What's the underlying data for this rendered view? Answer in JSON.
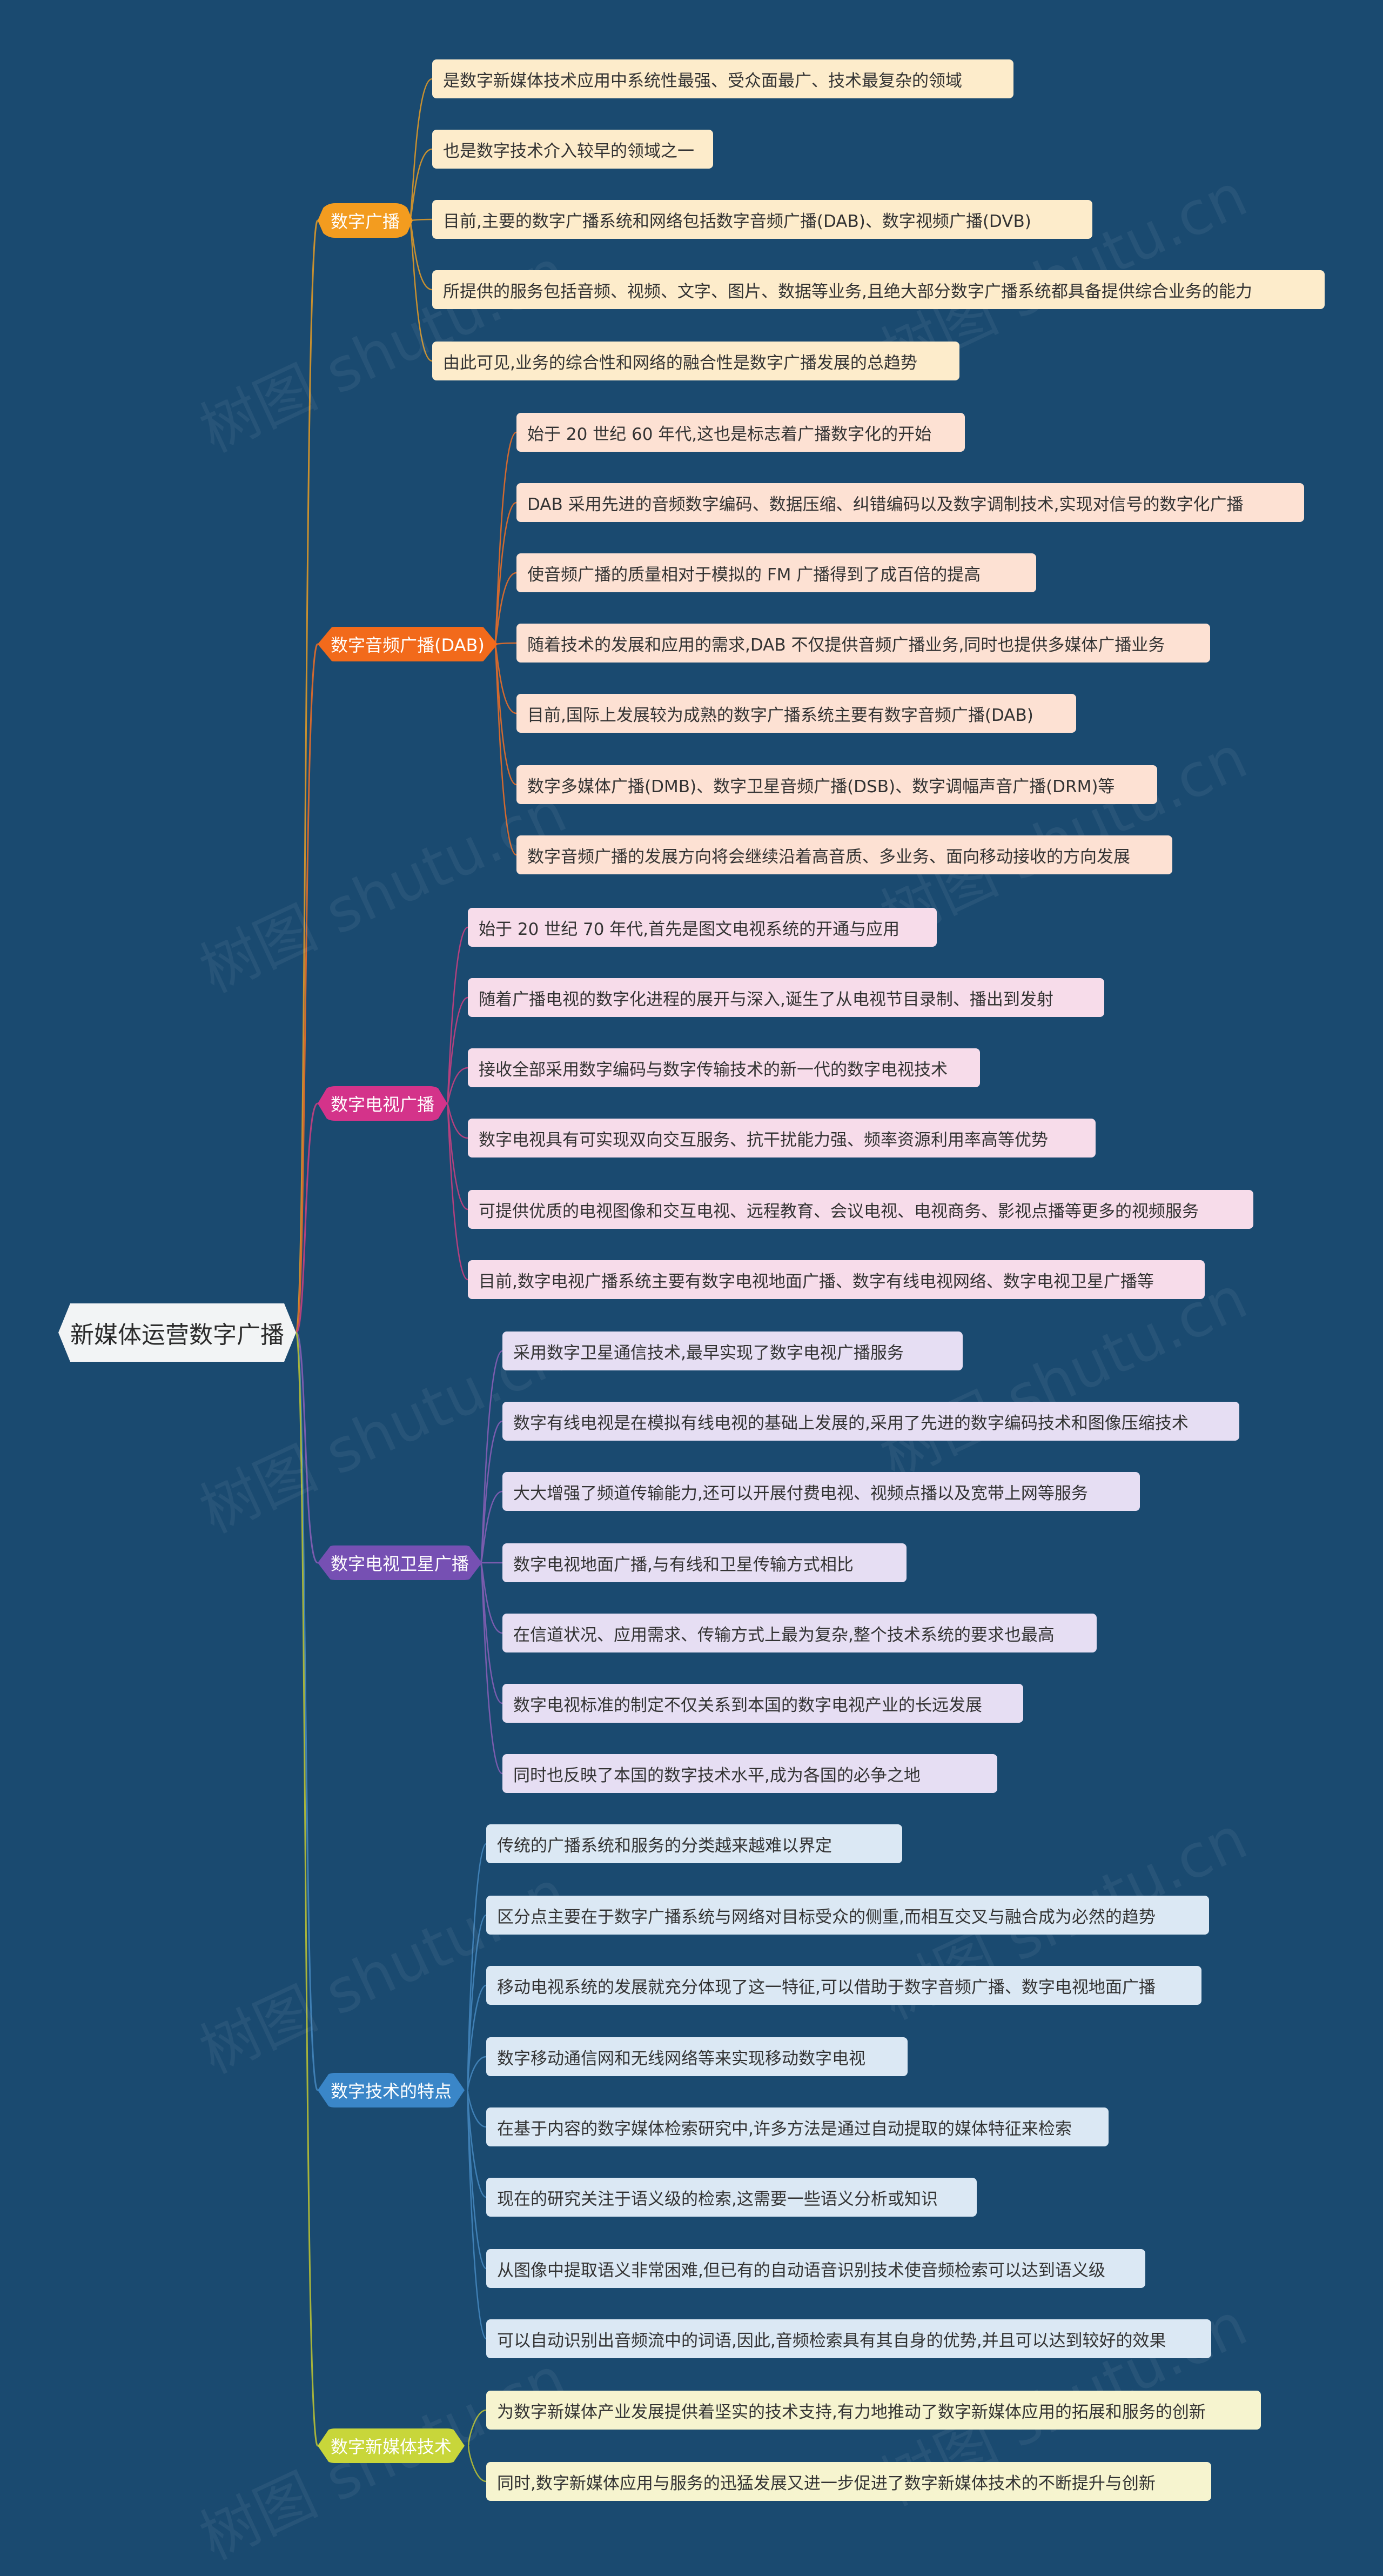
{
  "root": {
    "label": "新媒体运营数字广播"
  },
  "watermark": "树图 shutu.cn",
  "categories": [
    {
      "label": "数字广播",
      "color": "#f39c1f",
      "leaf_color": "#fdeccb",
      "line_color": "#c9902f",
      "items": [
        "是数字新媒体技术应用中系统性最强、受众面最广、技术最复杂的领域",
        "也是数字技术介入较早的领域之一",
        "目前,主要的数字广播系统和网络包括数字音频广播(DAB)、数字视频广播(DVB)",
        "所提供的服务包括音频、视频、文字、图片、数据等业务,且绝大部分数字广播系统都具备提供综合业务的能力",
        "由此可见,业务的综合性和网络的融合性是数字广播发展的总趋势"
      ]
    },
    {
      "label": "数字音频广播(DAB)",
      "color": "#f26a1b",
      "leaf_color": "#fde1d3",
      "line_color": "#d2692f",
      "items": [
        "始于 20 世纪 60 年代,这也是标志着广播数字化的开始",
        "DAB 采用先进的音频数字编码、数据压缩、纠错编码以及数字调制技术,实现对信号的数字化广播",
        "使音频广播的质量相对于模拟的 FM 广播得到了成百倍的提高",
        "随着技术的发展和应用的需求,DAB 不仅提供音频广播业务,同时也提供多媒体广播业务",
        "目前,国际上发展较为成熟的数字广播系统主要有数字音频广播(DAB)",
        "数字多媒体广播(DMB)、数字卫星音频广播(DSB)、数字调幅声音广播(DRM)等",
        "数字音频广播的发展方向将会继续沿着高音质、多业务、面向移动接收的方向发展"
      ]
    },
    {
      "label": "数字电视广播",
      "color": "#d4338a",
      "leaf_color": "#f7dcea",
      "line_color": "#b4407e",
      "items": [
        "始于 20 世纪 70 年代,首先是图文电视系统的开通与应用",
        "随着广播电视的数字化进程的展开与深入,诞生了从电视节目录制、播出到发射",
        "接收全部采用数字编码与数字传输技术的新一代的数字电视技术",
        "数字电视具有可实现双向交互服务、抗干扰能力强、频率资源利用率高等优势",
        "可提供优质的电视图像和交互电视、远程教育、会议电视、电视商务、影视点播等更多的视频服务",
        "目前,数字电视广播系统主要有数字电视地面广播、数字有线电视网络、数字电视卫星广播等"
      ]
    },
    {
      "label": "数字电视卫星广播",
      "color": "#7650b3",
      "leaf_color": "#e6def3",
      "line_color": "#7a5cae",
      "items": [
        "采用数字卫星通信技术,最早实现了数字电视广播服务",
        "数字有线电视是在模拟有线电视的基础上发展的,采用了先进的数字编码技术和图像压缩技术",
        "大大增强了频道传输能力,还可以开展付费电视、视频点播以及宽带上网等服务",
        "数字电视地面广播,与有线和卫星传输方式相比",
        "在信道状况、应用需求、传输方式上最为复杂,整个技术系统的要求也最高",
        "数字电视标准的制定不仅关系到本国的数字电视产业的长远发展",
        "同时也反映了本国的数字技术水平,成为各国的必争之地"
      ]
    },
    {
      "label": "数字技术的特点",
      "color": "#3a86c8",
      "leaf_color": "#dbe8f4",
      "line_color": "#3f7fb4",
      "items": [
        "传统的广播系统和服务的分类越来越难以界定",
        "区分点主要在于数字广播系统与网络对目标受众的侧重,而相互交叉与融合成为必然的趋势",
        "移动电视系统的发展就充分体现了这一特征,可以借助于数字音频广播、数字电视地面广播",
        "数字移动通信网和无线网络等来实现移动数字电视",
        "在基于内容的数字媒体检索研究中,许多方法是通过自动提取的媒体特征来检索",
        "现在的研究关注于语义级的检索,这需要一些语义分析或知识",
        "从图像中提取语义非常困难,但已有的自动语音识别技术使音频检索可以达到语义级",
        "可以自动识别出音频流中的词语,因此,音频检索具有其自身的优势,并且可以达到较好的效果"
      ]
    },
    {
      "label": "数字新媒体技术",
      "color": "#c8d63a",
      "leaf_color": "#f6f4cf",
      "line_color": "#a8b43a",
      "items": [
        "为数字新媒体产业发展提供着坚实的技术支持,有力地推动了数字新媒体应用的拓展和服务的创新",
        "同时,数字新媒体应用与服务的迅猛发展又进一步促进了数字新媒体技术的不断提升与创新"
      ]
    }
  ]
}
